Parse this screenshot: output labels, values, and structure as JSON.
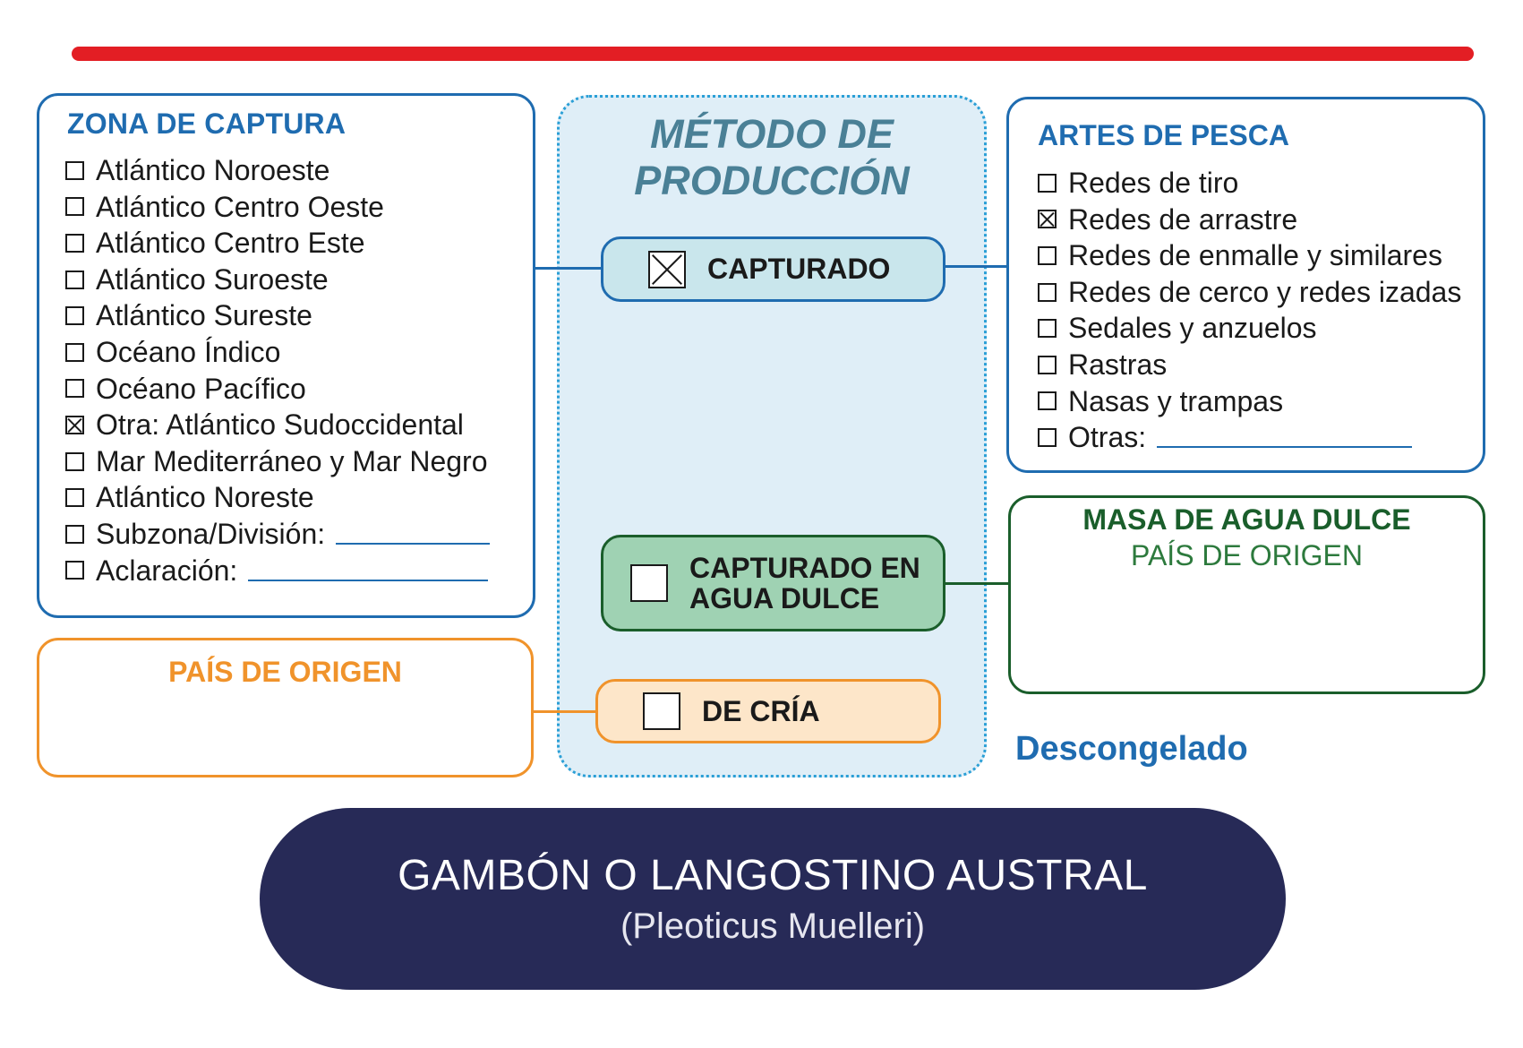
{
  "colors": {
    "accent_red": "#e31e24",
    "blue": "#1f6cb0",
    "orange": "#f0932b",
    "green": "#1a5e2b",
    "navy": "#272a57"
  },
  "zona_captura": {
    "title": "ZONA DE CAPTURA",
    "items": [
      {
        "label": "Atlántico Noroeste",
        "checked": false
      },
      {
        "label": "Atlántico Centro Oeste",
        "checked": false
      },
      {
        "label": "Atlántico Centro Este",
        "checked": false
      },
      {
        "label": "Atlántico Suroeste",
        "checked": false
      },
      {
        "label": "Atlántico Sureste",
        "checked": false
      },
      {
        "label": "Océano Índico",
        "checked": false
      },
      {
        "label": "Océano Pacífico",
        "checked": false
      },
      {
        "label": "Otra: Atlántico Sudoccidental",
        "checked": true
      },
      {
        "label": "Mar Mediterráneo y Mar Negro",
        "checked": false
      },
      {
        "label": "Atlántico Noreste",
        "checked": false
      },
      {
        "label": "Subzona/División:",
        "checked": false
      },
      {
        "label": "Aclaración:",
        "checked": false
      }
    ]
  },
  "pais_origen": {
    "title": "PAÍS DE ORIGEN"
  },
  "metodo_produccion": {
    "title_line1": "MÉTODO DE",
    "title_line2": "PRODUCCIÓN",
    "options": {
      "capturado": {
        "label": "CAPTURADO",
        "checked": true
      },
      "agua_dulce": {
        "label_line1": "CAPTURADO EN",
        "label_line2": "AGUA DULCE",
        "checked": false
      },
      "cria": {
        "label": "DE CRÍA",
        "checked": false
      }
    }
  },
  "artes_pesca": {
    "title": "ARTES DE PESCA",
    "items": [
      {
        "label": "Redes de tiro",
        "checked": false
      },
      {
        "label": "Redes de arrastre",
        "checked": true
      },
      {
        "label": "Redes de enmalle y similares",
        "checked": false
      },
      {
        "label": "Redes de cerco y redes izadas",
        "checked": false
      },
      {
        "label": "Sedales y anzuelos",
        "checked": false
      },
      {
        "label": "Rastras",
        "checked": false
      },
      {
        "label": "Nasas y trampas",
        "checked": false
      },
      {
        "label": "Otras:",
        "checked": false
      }
    ]
  },
  "masa_agua_dulce": {
    "title": "MASA DE AGUA DULCE",
    "subtitle": "PAÍS DE ORIGEN"
  },
  "estado": "Descongelado",
  "producto": {
    "nombre": "GAMBÓN O LANGOSTINO AUSTRAL",
    "cientifico": "(Pleoticus Muelleri)"
  }
}
